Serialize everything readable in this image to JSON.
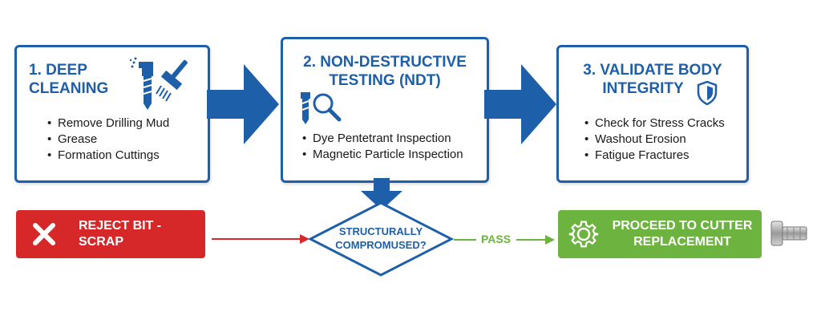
{
  "steps": [
    {
      "title_line1": "1. DEEP",
      "title_line2": "CLEANING",
      "icon": "drill-bit-spray-brush-icon",
      "items": [
        "Remove Drilling Mud",
        "Grease",
        "Formation Cuttings"
      ]
    },
    {
      "title_line1": "2. NON-DESTRUCTIVE",
      "title_line2": "TESTING (NDT)",
      "icon": "drill-bit-magnifier-icon",
      "items": [
        "Dye Pentetrant Inspection",
        "Magnetic Particle Inspection"
      ]
    },
    {
      "title_line1": "3. VALIDATE BODY",
      "title_line2": "INTEGRITY",
      "icon": "shield-icon",
      "items": [
        "Check for Stress Cracks",
        "Washout Erosion",
        "Fatigue Fractures"
      ]
    }
  ],
  "decision": {
    "line1": "STRUCTURALLY",
    "line2": "COMPROMUSED?",
    "pass_label": "PASS"
  },
  "reject": {
    "line1": "REJECT BIT -",
    "line2": "SCRAP",
    "icon": "x-icon"
  },
  "proceed": {
    "line1": "PROCEED TO CUTTER",
    "line2": "REPLACEMENT",
    "icon": "gear-icon",
    "side_icon": "pdc-cutter-icon"
  },
  "colors": {
    "primary_blue": "#1d5fa8",
    "reject_red": "#d62828",
    "pass_green": "#6db33f"
  }
}
